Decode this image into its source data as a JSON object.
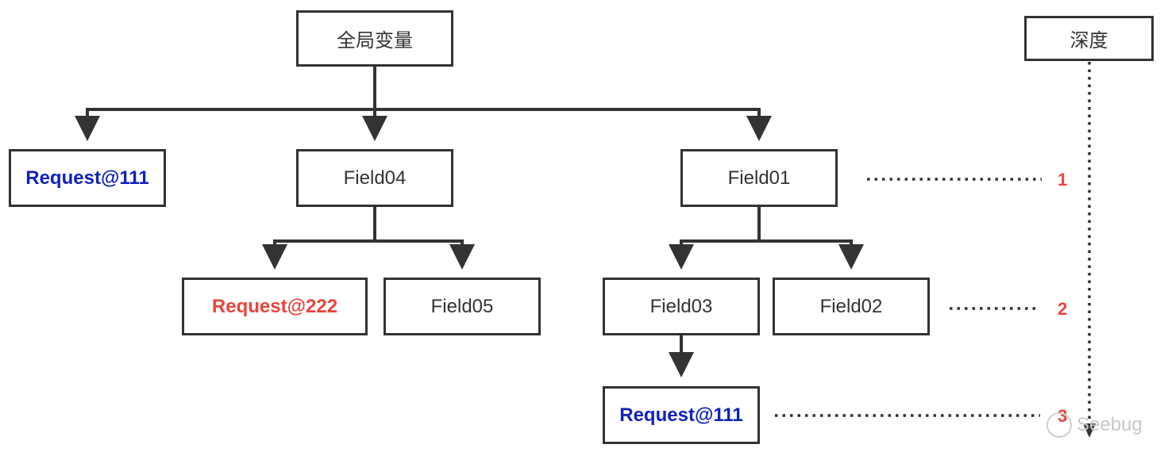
{
  "nodes": {
    "global": "全局变量",
    "depth": "深度",
    "request_111_top": "Request@111",
    "field04": "Field04",
    "field01": "Field01",
    "request_222": "Request@222",
    "field05": "Field05",
    "field03": "Field03",
    "field02": "Field02",
    "request_111_bottom": "Request@111"
  },
  "depth_levels": [
    "1",
    "2",
    "3"
  ],
  "watermark": "Seebug",
  "colors": {
    "stroke": "#333333",
    "blue_text": "#1122bb",
    "red_text": "#e8453c"
  }
}
